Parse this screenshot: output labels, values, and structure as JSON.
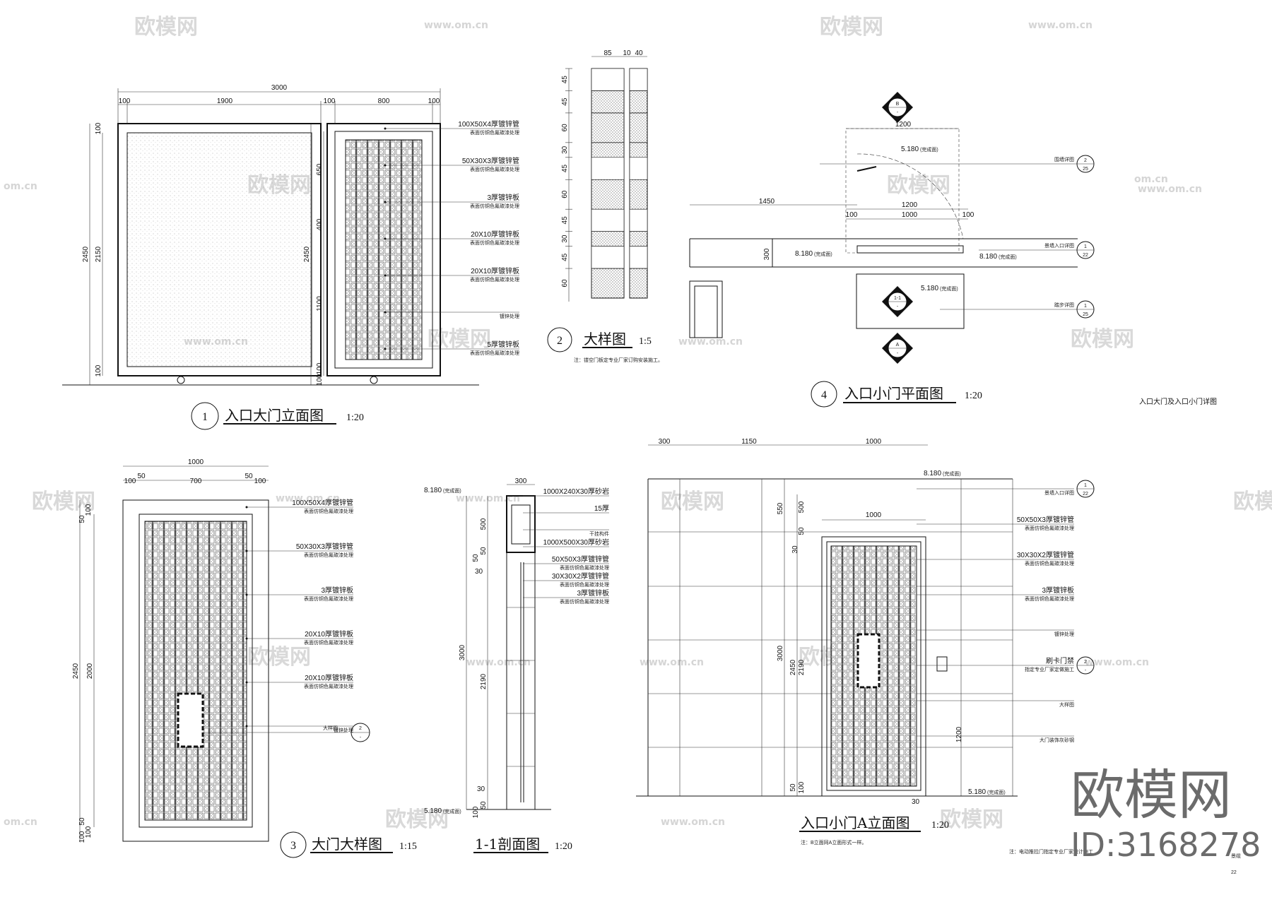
{
  "watermarks": {
    "brand": "欧模网",
    "url": "www.om.cn",
    "url_short": "om.cn"
  },
  "stamp": {
    "brand": "欧模网",
    "id": "ID:3168278"
  },
  "sheet": {
    "title": "入口大门及入口小门详图",
    "number": "22",
    "corner_text": "景缆"
  },
  "view1": {
    "num": "1",
    "title": "入口大门立面图",
    "scale": "1:20",
    "dims_top": [
      "3000",
      "100",
      "1900",
      "100",
      "800",
      "100"
    ],
    "dims_left": [
      "2450",
      "2150",
      "100",
      "100"
    ],
    "dims_mid": [
      "2450",
      "650",
      "400",
      "1100",
      "100",
      "100"
    ],
    "labels": [
      {
        "spec": "100X50X4厚镀锌管",
        "note": "表面仿铜色氟碳漆处理"
      },
      {
        "spec": "50X30X3厚镀锌管",
        "note": "表面仿铜色氟碳漆处理"
      },
      {
        "spec": "3厚镀锌板",
        "note": "表面仿铜色氟碳漆处理"
      },
      {
        "spec": "20X10厚镀锌板",
        "note": "表面仿铜色氟碳漆处理"
      },
      {
        "spec": "20X10厚镀锌板",
        "note": "表面仿铜色氟碳漆处理"
      },
      {
        "spec": "",
        "note": "镀锌处理"
      },
      {
        "spec": "5厚镀锌板",
        "note": "表面仿铜色氟碳漆处理"
      }
    ]
  },
  "view2": {
    "num": "2",
    "title": "大样图",
    "scale": "1:5",
    "note": "注：镂空门板定专业厂家订购安装施工。",
    "dims_top": [
      "85",
      "10",
      "40"
    ],
    "dims_left": [
      "45",
      "45",
      "60",
      "30",
      "45",
      "60",
      "45",
      "30",
      "45",
      "60"
    ]
  },
  "view3": {
    "num": "3",
    "title": "大门大样图",
    "scale": "1:15",
    "dims_top": [
      "1000",
      "50",
      "700",
      "50",
      "100",
      "100"
    ],
    "dims_left": [
      "2450",
      "2000",
      "50",
      "100",
      "50",
      "100",
      "100"
    ],
    "labels": [
      {
        "spec": "100X50X4厚镀锌管",
        "note": "表面仿铜色氟碳漆处理"
      },
      {
        "spec": "50X30X3厚镀锌管",
        "note": "表面仿铜色氟碳漆处理"
      },
      {
        "spec": "3厚镀锌板",
        "note": "表面仿铜色氟碳漆处理"
      },
      {
        "spec": "20X10厚镀锌板",
        "note": "表面仿铜色氟碳漆处理"
      },
      {
        "spec": "20X10厚镀锌板",
        "note": "表面仿铜色氟碳漆处理"
      },
      {
        "spec": "",
        "note": "镀锌处理"
      }
    ],
    "callout": {
      "text": "大样图",
      "top": "2",
      "bottom": "-"
    }
  },
  "view4": {
    "num": "4",
    "title": "入口小门平面图",
    "scale": "1:20",
    "dims": [
      "1200",
      "1450",
      "1200",
      "100",
      "1000",
      "100",
      "300"
    ],
    "levels": [
      "5.180",
      "8.180",
      "8.180",
      "5.180"
    ],
    "level_tag": "(完成面)",
    "labels": [
      "围墙详图",
      "景墙入口详图",
      "踏步详图"
    ],
    "callouts": [
      {
        "top": "2",
        "bottom": "25"
      },
      {
        "top": "1",
        "bottom": "22"
      },
      {
        "top": "1",
        "bottom": "25"
      }
    ],
    "sections": [
      {
        "top": "B",
        "bottom": "-"
      },
      {
        "top": "1-1",
        "bottom": "-"
      },
      {
        "top": "A",
        "bottom": "-"
      }
    ]
  },
  "section11": {
    "title": "1-1剖面图",
    "scale": "1:20",
    "dims": [
      "300",
      "500",
      "50",
      "50",
      "30",
      "3000",
      "2190",
      "30",
      "50",
      "100"
    ],
    "levels": [
      "8.180",
      "5.180"
    ],
    "level_tag": "(完成面)",
    "labels": [
      {
        "spec": "1000X240X30厚砂岩",
        "note": ""
      },
      {
        "spec": "15厚",
        "note": ""
      },
      {
        "spec": "",
        "note": "干挂构件"
      },
      {
        "spec": "1000X500X30厚砂岩",
        "note": ""
      },
      {
        "spec": "50X50X3厚镀锌管",
        "note": "表面仿铜色氟碳漆处理"
      },
      {
        "spec": "30X30X2厚镀锌管",
        "note": "表面仿铜色氟碳漆处理"
      },
      {
        "spec": "3厚镀锌板",
        "note": "表面仿铜色氟碳漆处理"
      }
    ]
  },
  "viewA": {
    "title": "入口小门A立面图",
    "scale": "1:20",
    "note": "注：B立面同A立面形式一样。",
    "dims_top": [
      "300",
      "1150",
      "1000",
      "1000"
    ],
    "dims_left": [
      "550",
      "500",
      "50",
      "30",
      "3000",
      "2450",
      "2190",
      "1200",
      "50",
      "100",
      "30"
    ],
    "levels": [
      "8.180",
      "5.180"
    ],
    "level_tag": "(完成面)",
    "labels": [
      {
        "spec": "",
        "note": "景墙入口详图"
      },
      {
        "spec": "50X50X3厚镀锌管",
        "note": "表面仿铜色氟碳漆处理"
      },
      {
        "spec": "30X30X2厚镀锌管",
        "note": "表面仿铜色氟碳漆处理"
      },
      {
        "spec": "3厚镀锌板",
        "note": "表面仿铜色氟碳漆处理"
      },
      {
        "spec": "",
        "note": "镀锌处理"
      },
      {
        "spec": "刷卡门禁",
        "note": "指定专业厂家定做施工"
      },
      {
        "spec": "",
        "note": "大样图"
      },
      {
        "spec": "",
        "note": "大门装饰灰砂钢"
      }
    ],
    "callouts": [
      {
        "top": "1",
        "bottom": "22"
      },
      {
        "top": "2",
        "bottom": "-"
      }
    ],
    "bottom_note": "注：电动推拉门指定专业厂家设计施工"
  }
}
